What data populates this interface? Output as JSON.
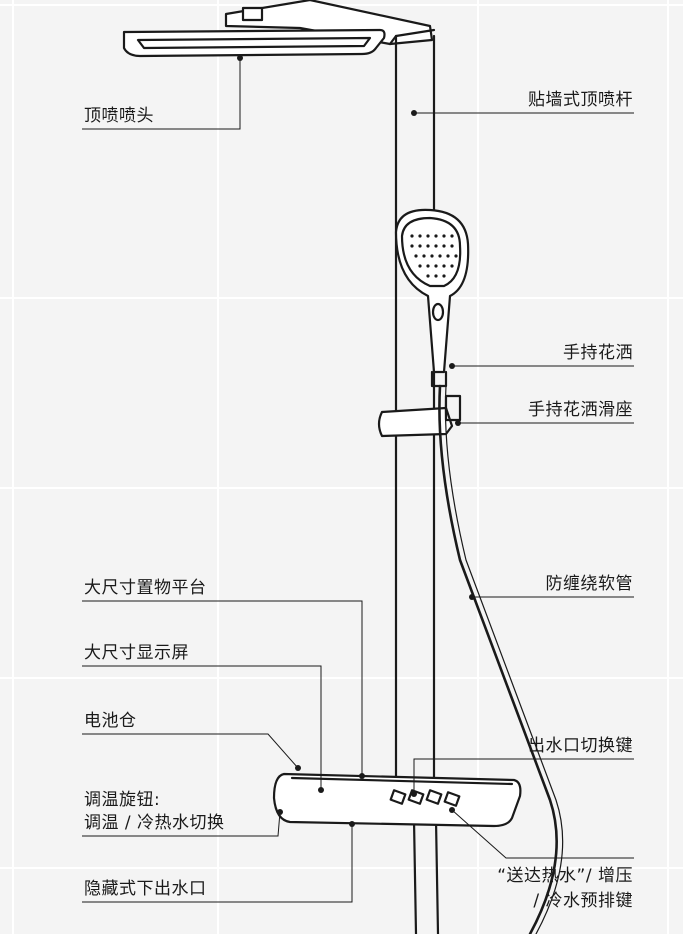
{
  "labels": {
    "overhead_head": "顶喷喷头",
    "wall_rod": "贴墙式顶喷杆",
    "handheld": "手持花洒",
    "handheld_slider": "手持花洒滑座",
    "hose": "防缠绕软管",
    "platform": "大尺寸置物平台",
    "display": "大尺寸显示屏",
    "battery": "电池仓",
    "temp_knob_1": "调温旋钮:",
    "temp_knob_2": "调温 / 冷热水切换",
    "spout": "隐藏式下出水口",
    "outlet_switch": "出水口切换键",
    "hot_water_1": "“送达热水”/ 增压",
    "hot_water_2": "/ 冷水预排键"
  },
  "colors": {
    "line": "#1a1a1a",
    "tile_grid": "#ffffff",
    "background": "#f4f4f4"
  }
}
